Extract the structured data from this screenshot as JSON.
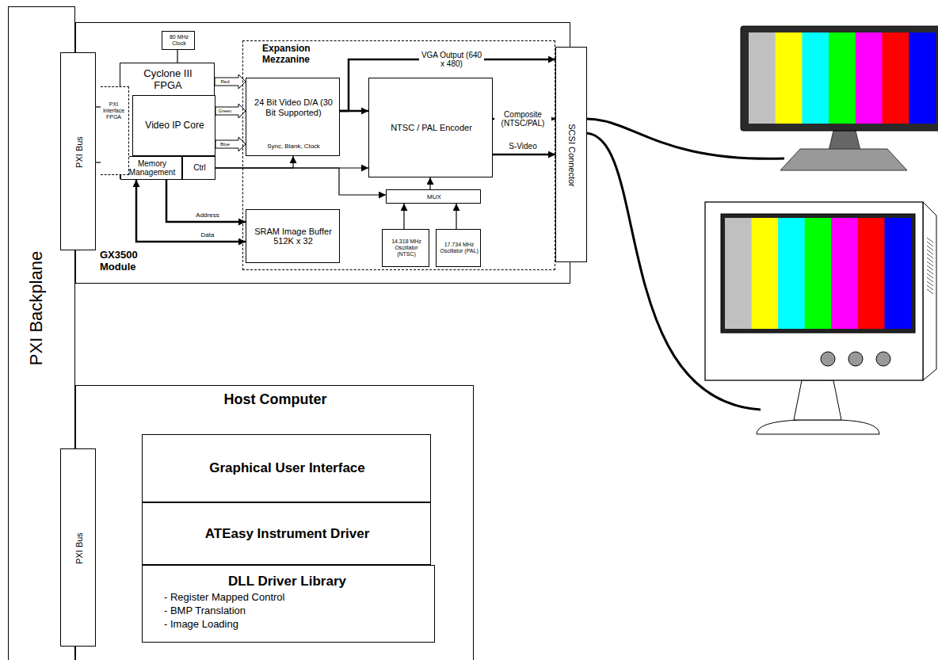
{
  "diagram": {
    "nodes": [
      {
        "text": [
          "PXI Backplane"
        ]
      },
      {
        "text": [
          "GX3500 Module"
        ]
      },
      {
        "text": [
          "PXI Bus"
        ],
        "in": 1
      },
      {
        "text": [
          "80 MHz Clock"
        ],
        "in": 1
      },
      {
        "text": [
          "Cyclone III FPGA"
        ],
        "in": 1
      },
      {
        "text": [
          "PXI Interface FPGA"
        ],
        "in": 1
      },
      {
        "text": [
          "Video IP Core"
        ],
        "in": 4
      },
      {
        "text": [
          "Memory Management"
        ],
        "in": 4
      },
      {
        "text": [
          "Ctrl"
        ],
        "in": 4
      },
      {
        "text": [
          "Expansion Mezzanine"
        ],
        "in": 1
      },
      {
        "text": [
          "24 Bit Video D/A (30 Bit Supported)",
          "Sync, Blank, Clock"
        ],
        "in": 9
      },
      {
        "text": [
          "NTSC / PAL Encoder"
        ],
        "in": 9
      },
      {
        "text": [
          "MUX"
        ],
        "in": 9
      },
      {
        "text": [
          "14.318 MHz Oscillator (NTSC)"
        ],
        "in": 9
      },
      {
        "text": [
          "17.734 MHz Oscillator (PAL)"
        ],
        "in": 9
      },
      {
        "text": [
          "SRAM Image Buffer 512K x 32"
        ],
        "in": 9
      },
      {
        "text": [
          "SCSI Connector"
        ],
        "in": 1
      },
      {
        "text": [
          "Host Computer"
        ]
      },
      {
        "text": [
          "PXI Bus"
        ],
        "in": 17
      },
      {
        "text": [
          "Graphical User Interface"
        ],
        "in": 17
      },
      {
        "text": [
          "ATEasy Instrument Driver"
        ],
        "in": 17
      },
      {
        "text": [
          "DLL Driver Library",
          "- Register Mapped Control",
          "- BMP Translation",
          "- Image Loading"
        ],
        "in": 17
      }
    ],
    "edges": [
      {
        "from": 3,
        "to": 4,
        "arrow": "none"
      },
      {
        "from": 4,
        "to": 10,
        "label": "Red",
        "arrow": "to"
      },
      {
        "from": 6,
        "to": 10,
        "label": "Green",
        "arrow": "to"
      },
      {
        "from": 6,
        "to": 10,
        "label": "Blue",
        "arrow": "to"
      },
      {
        "from": 10,
        "to": 11,
        "arrow": "to"
      },
      {
        "from": 10,
        "to": 16,
        "label": "VGA Output (640 x 480)",
        "arrow": "to"
      },
      {
        "from": 11,
        "to": 16,
        "label": "Composite (NTSC/PAL)",
        "arrow": "to"
      },
      {
        "from": 11,
        "to": 16,
        "label": "S-Video",
        "arrow": "to"
      },
      {
        "from": 8,
        "to": 11,
        "arrow": "to"
      },
      {
        "from": 8,
        "to": 10,
        "arrow": "to"
      },
      {
        "from": 8,
        "to": 12,
        "arrow": "to"
      },
      {
        "from": 12,
        "to": 11,
        "arrow": "to"
      },
      {
        "from": 13,
        "to": 12,
        "arrow": "to"
      },
      {
        "from": 14,
        "to": 12,
        "arrow": "to"
      },
      {
        "from": 7,
        "to": 15,
        "label": "Address",
        "arrow": "to"
      },
      {
        "from": 7,
        "to": 15,
        "label": "Data",
        "arrow": "both"
      },
      {
        "from": 2,
        "to": 5,
        "arrow": "none"
      },
      {
        "from": 2,
        "to": 5,
        "arrow": "none"
      }
    ]
  }
}
